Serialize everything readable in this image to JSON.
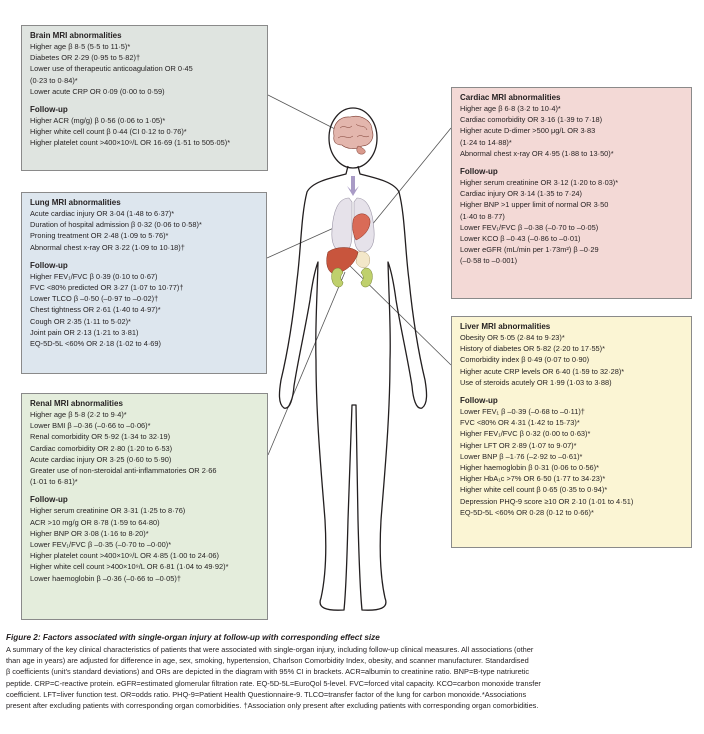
{
  "brain": {
    "title": "Brain MRI abnormalities",
    "items": [
      "Higher age β 8·5 (5·5 to 11·5)*",
      "Diabetes OR 2·29 (0·95 to 5·82)†",
      "Lower use of therapeutic anticoagulation OR 0·45",
      "(0·23 to 0·84)*",
      "Lower acute CRP OR 0·09 (0·00 to 0·59)"
    ],
    "followup_title": "Follow-up",
    "followup": [
      "Higher ACR (mg/g) β 0·56 (0·06 to 1·05)*",
      "Higher white cell count β 0·44 (CI 0·12 to 0·76)*",
      "Higher platelet count >400×10⁹/L OR 16·69 (1·51 to 505·05)*"
    ]
  },
  "lung": {
    "title": "Lung MRI abnormalities",
    "items": [
      "Acute cardiac injury OR 3·04 (1·48 to 6·37)*",
      "Duration of hospital admission β 0·32 (0·06 to 0·58)*",
      "Proning treatment OR 2·48 (1·09 to 5·76)*",
      "Abnormal chest x-ray OR 3·22 (1·09 to 10·18)†"
    ],
    "followup_title": "Follow-up",
    "followup": [
      "Higher FEV₁/FVC β 0·39 (0·10 to 0·67)",
      "FVC <80% predicted OR 3·27 (1·07 to 10·77)†",
      "Lower TLCO β –0·50 (–0·97 to –0·02)†",
      "Chest tightness OR 2·61 (1·40 to 4·97)*",
      "Cough OR 2·35 (1·11 to 5·02)*",
      "Joint pain OR 2·13 (1·21 to 3·81)",
      "EQ-5D-5L <60% OR 2·18 (1·02 to 4·69)"
    ]
  },
  "renal": {
    "title": "Renal MRI abnormalities",
    "items": [
      "Higher age β 5·8 (2·2 to 9·4)*",
      "Lower BMI β –0·36 (–0·66 to –0·06)*",
      "Renal comorbidity OR 5·92 (1·34 to 32·19)",
      "Cardiac comorbidity OR 2·80 (1·20 to 6·53)",
      "Acute cardiac injury OR 3·25 (0·60 to 5·90)",
      "Greater use of non-steroidal anti-inflammatories OR 2·66",
      "(1·01 to 6·81)*"
    ],
    "followup_title": "Follow-up",
    "followup": [
      "Higher serum creatinine OR 3·31 (1·25 to 8·76)",
      "ACR >10 mg/g OR 8·78 (1·59 to 64·80)",
      "Higher BNP OR 3·08 (1·16 to 8·20)*",
      "Lower FEV₁/FVC β –0·35 (–0·70 to –0·00)*",
      "Higher platelet count >400×10⁹/L OR 4·85 (1·00 to 24·06)",
      "Higher white cell count >400×10⁹/L OR 6·81 (1·04 to 49·92)*",
      "Lower haemoglobin β –0·36 (–0·66 to –0·05)†"
    ]
  },
  "cardiac": {
    "title": "Cardiac MRI abnormalities",
    "items": [
      "Higher age β 6·8 (3·2 to 10·4)*",
      "Cardiac comorbidity OR 3·16 (1·39 to 7·18)",
      "Higher acute D-dimer >500 μg/L OR 3·83",
      "(1·24 to 14·88)*",
      "Abnormal chest x-ray OR 4·95 (1·88 to 13·50)*"
    ],
    "followup_title": "Follow-up",
    "followup": [
      "Higher serum creatinine OR 3·12 (1·20 to 8·03)*",
      "Cardiac injury OR 3·14 (1·35 to 7·24)",
      "Higher BNP >1 upper limit of normal OR 3·50",
      "(1·40 to 8·77)",
      "Lower FEV₁/FVC β –0·38 (–0·70 to –0·05)",
      "Lower KCO β –0·43 (–0·86 to –0·01)",
      "Lower eGFR (mL/min per 1·73m²) β –0·29",
      "(–0·58 to –0·001)"
    ]
  },
  "liver": {
    "title": "Liver MRI abnormalities",
    "items": [
      "Obesity OR 5·05 (2·84 to 9·23)*",
      "History of diabetes OR 5·82 (2·20 to 17·55)*",
      "Comorbidity index β 0·49 (0·07 to 0·90)",
      "Higher acute CRP levels OR 6·40 (1·59 to 32·28)*",
      "Use of steroids acutely OR 1·99 (1·03 to 3·88)"
    ],
    "followup_title": "Follow-up",
    "followup": [
      "Lower FEV₁ β –0·39 (–0·68 to –0·11)†",
      "FVC <80% OR 4·31 (1·42 to 15·73)*",
      "Higher FEV₁/FVC β 0·32 (0·00 to 0·63)*",
      "Higher LFT OR 2·89 (1·07 to 9·07)*",
      "Lower BNP β –1·76 (–2·92 to –0·61)*",
      "Higher haemoglobin β 0·31 (0·06 to 0·56)*",
      "Higher HbA₁c >7% OR 6·50 (1·77 to 34·23)*",
      "Higher white cell count β 0·65 (0·35 to 0·94)*",
      "Depression PHQ-9 score ≥10 OR 2·10 (1·01 to 4·51)",
      "EQ-5D-5L <60% OR 0·28 (0·12 to 0·66)*"
    ]
  },
  "caption": {
    "title": "Figure 2: Factors associated with single-organ injury at follow-up with corresponding effect size",
    "lines": [
      "A summary of the key clinical characteristics of patients that were associated with single-organ injury, including follow-up clinical measures. All associations (other",
      "than age in years) are adjusted for difference in age, sex, smoking, hypertension, Charlson Comorbidity Index, obesity, and scanner manufacturer. Standardised",
      "β coefficients (unit's standard deviations) and ORs are depicted in the diagram with 95% CI in brackets. ACR=albumin to creatinine ratio. BNP=B-type natriuretic",
      "peptide. CRP=C-reactive protein. eGFR=estimated glomerular filtration rate. EQ-5D-5L=EuroQol 5-level. FVC=forced vital capacity. KCO=carbon monoxide transfer",
      "coefficient. LFT=liver function test. OR=odds ratio. PHQ-9=Patient Health Questionnaire-9. TLCO=transfer factor of the lung for carbon monoxide.*Associations",
      "present after excluding patients with corresponding organ comorbidities. †Association only present after excluding patients with corresponding organ comorbidities."
    ]
  },
  "colors": {
    "brain_box": "#dfe4e0",
    "lung_box": "#dde6ee",
    "renal_box": "#e4eddc",
    "cardiac_box": "#f3d9d6",
    "liver_box": "#fbf5d4",
    "brain": "#e3b6ad",
    "lung": "#e6e2ea",
    "heart": "#d96b57",
    "liver": "#c8553d",
    "kidney": "#bfd06c",
    "trachea": "#a99bc6"
  }
}
